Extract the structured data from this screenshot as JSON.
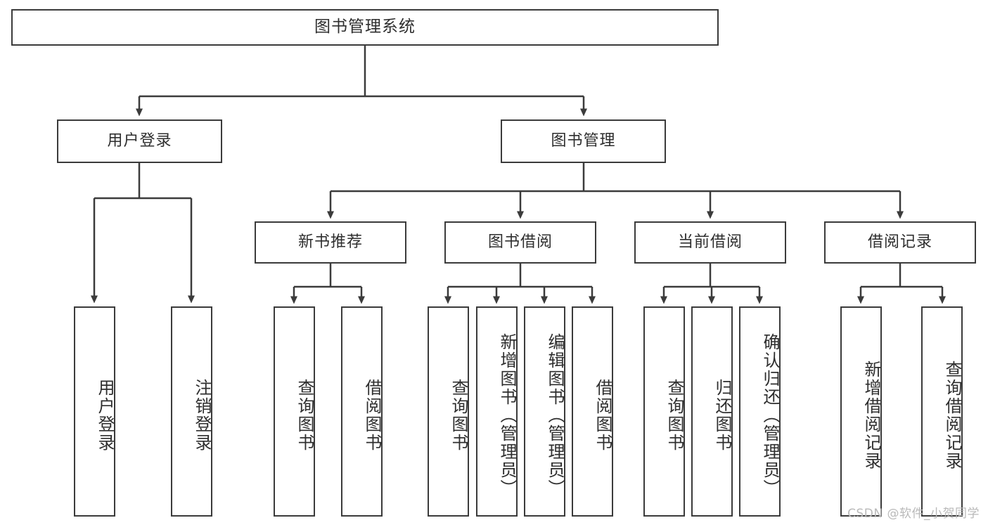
{
  "diagram": {
    "title": "图书管理系统",
    "watermark": "CSDN @软件_小贺同学",
    "stroke_color": "#3b3b3b",
    "text_color": "#2e2e2e",
    "background": "#ffffff",
    "nodes": {
      "root": "图书管理系统",
      "level2": {
        "user_login": "用户登录",
        "book_manage": "图书管理"
      },
      "level3": {
        "new_book_rec": "新书推荐",
        "book_borrow": "图书借阅",
        "current_borrow": "当前借阅",
        "borrow_record": "借阅记录"
      },
      "leaves": {
        "user_login_1": "用户登录",
        "user_login_2": "注销登录",
        "new_book_rec_1": "查询图书",
        "new_book_rec_2": "借阅图书",
        "book_borrow_1": "查询图书",
        "book_borrow_2": "新增图书（管理员）",
        "book_borrow_3": "编辑图书（管理员）",
        "book_borrow_4": "借阅图书",
        "current_borrow_1": "查询图书",
        "current_borrow_2": "归还图书",
        "current_borrow_3": "确认归还（管理员）",
        "borrow_record_1": "新增借阅记录",
        "borrow_record_2": "查询借阅记录"
      }
    }
  }
}
